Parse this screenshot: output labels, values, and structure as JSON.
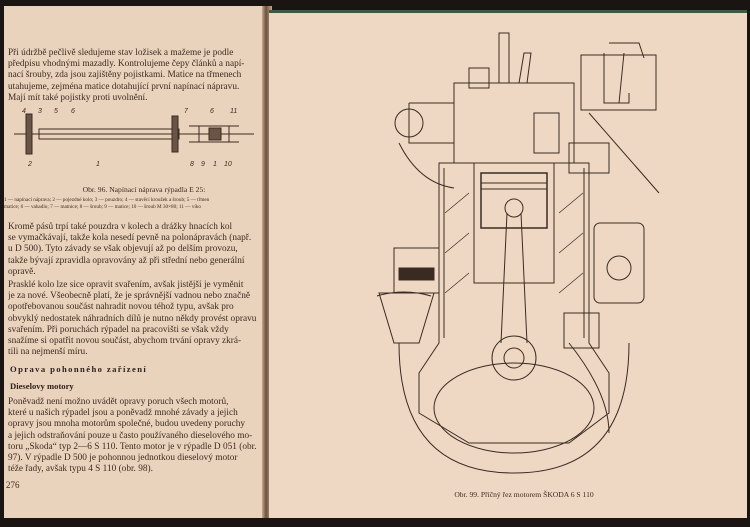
{
  "left_page": {
    "para1": [
      "Při údržbě pečlivě sledujeme stav ložisek a mažeme je podle",
      "předpisu vhodnými mazadly. Kontrolujeme čepy článků a napí-",
      "nací šrouby, zda jsou zajištěny pojistkami. Matice na třmenech",
      "utahujeme, zejména matice dotahující první napínací nápravu.",
      "Mají mít také pojistky proti uvolnění."
    ],
    "figure96": {
      "labels_top": [
        "4",
        "3",
        "5",
        "6",
        "7",
        "6",
        "11"
      ],
      "labels_bottom": [
        "2",
        "1",
        "8",
        "9",
        "1",
        "10"
      ],
      "caption": "Obr. 96. Napínací náprava rýpadla E 25:",
      "legend": [
        "1 — napínací náprava; 2 — pojezdné kolo; 3 — pouzdro; 4 — stavěcí kroužek a šroub; 5 — třmen",
        "matice; 6 — vahadlo; 7 — matnice; 8 — šroub; 9 — matice; 10 — šroub M 30×80; 11 — víko"
      ]
    },
    "para2": [
      "Kromě pásů trpí také pouzdra v kolech a drážky hnacích kol",
      "se vymačkávají, takže kola nesedí pevně na polonápravách (např.",
      "u D 500). Tyto závady se však objevují až po delším provozu,",
      "takže bývají zpravidla opravovány až při střední nebo generální",
      "opravě."
    ],
    "para3": [
      "Prasklé kolo lze sice opravit svařením, avšak jistější je vyměnit",
      "je za nové. Všeobecně platí, že je správnější vadnou nebo značně",
      "opotřebovanou součást nahradit novou téhož typu, avšak pro",
      "obvyklý nedostatek náhradních dílů je nutno někdy provést opravu",
      "svařením. Při poruchách rýpadel na pracovišti se však vždy",
      "snažíme si opatřit novou součást, abychom trvání opravy zkrá-",
      "tili na nejmenší míru."
    ],
    "heading1": "Oprava pohonného zařízení",
    "heading2": "Dieselovy motory",
    "para4": [
      "Poněvadž není možno uvádět opravy poruch všech motorů,",
      "které u našich rýpadel jsou a poněvadž mnohé závady a jejich",
      "opravy jsou mnoha motorům společné, budou uvedeny poruchy",
      "a jejich odstraňování pouze u často používaného dieselového mo-",
      "toru „Škoda“ typ 2—6 S 110. Tento motor je v rýpadle D 051 (obr.",
      "97). V rýpadle D 500 je pohonnou jednotkou dieselový motor",
      "téže řady, avšak typu 4 S 110 (obr. 98)."
    ],
    "page_number": "276"
  },
  "right_page": {
    "figure99_caption": "Obr. 99. Příčný řez motorem ŠKODA 6 S 110"
  }
}
